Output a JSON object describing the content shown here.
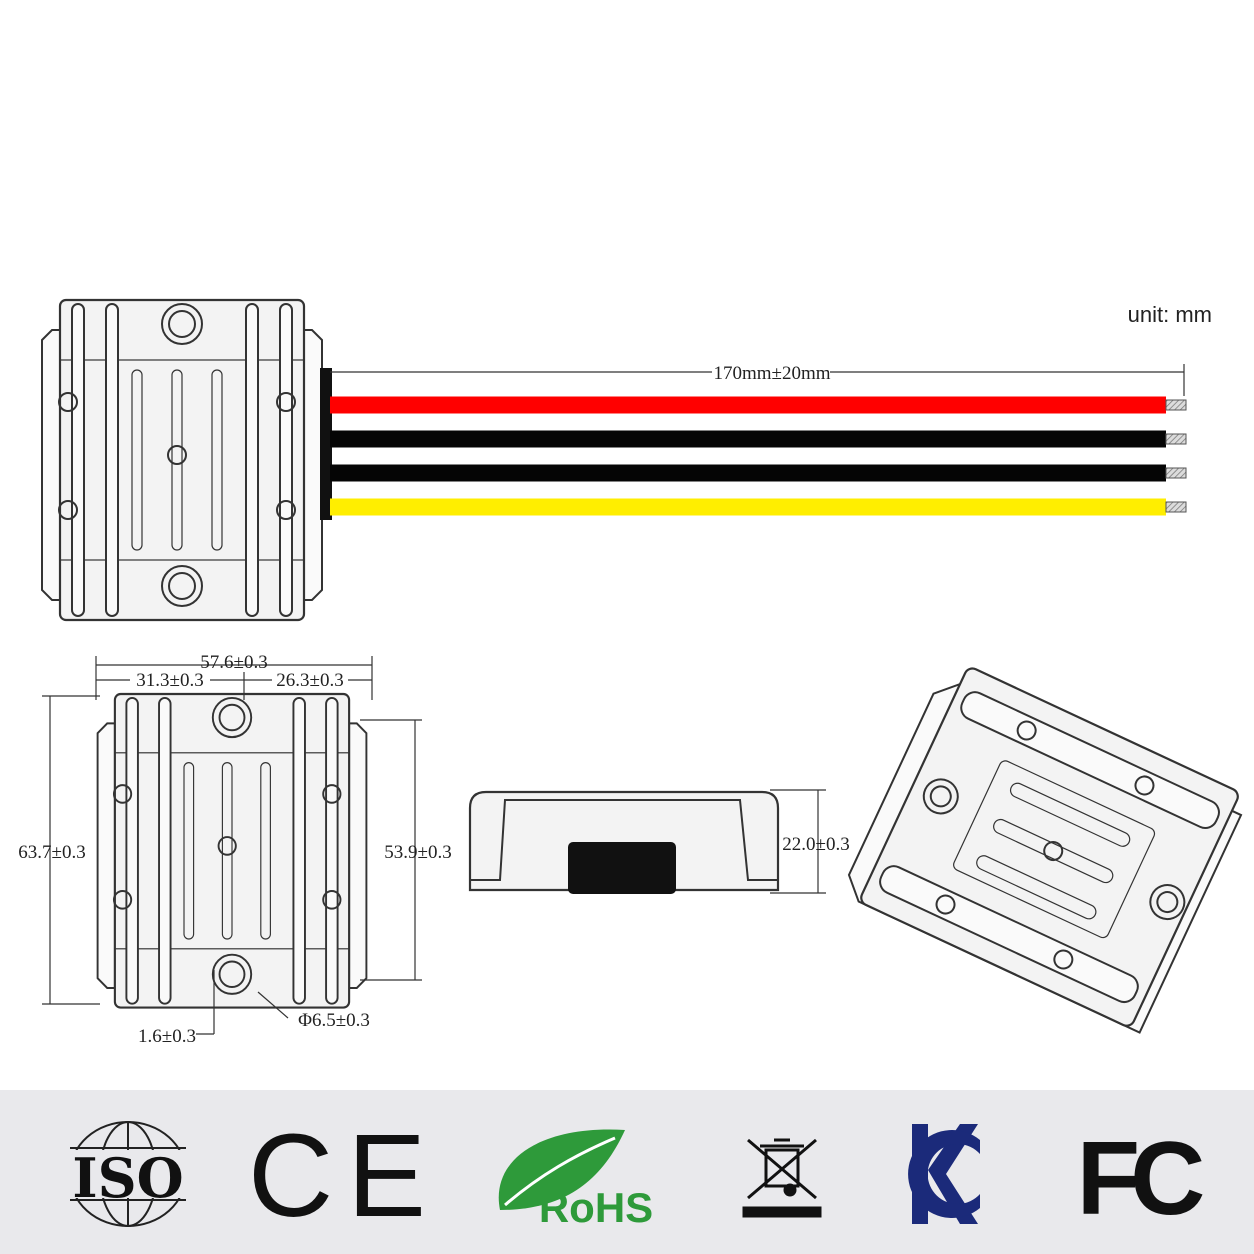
{
  "diagram": {
    "unit_label": "unit: mm",
    "wire_length_label": "170mm±20mm",
    "wires": [
      {
        "name": "wire-red",
        "color": "#ff0000"
      },
      {
        "name": "wire-black-1",
        "color": "#050505"
      },
      {
        "name": "wire-black-2",
        "color": "#050505"
      },
      {
        "name": "wire-yellow",
        "color": "#ffee00"
      }
    ],
    "dimensions": {
      "overall_width": "57.6±0.3",
      "left_hole_offset": "31.3±0.3",
      "right_hole_offset": "26.3±0.3",
      "overall_height": "63.7±0.3",
      "body_height": "53.9±0.3",
      "thickness": "22.0±0.3",
      "edge_offset": "1.6±0.3",
      "hole_diameter": "Φ6.5±0.3"
    }
  },
  "certifications": {
    "iso": "ISO",
    "ce": "CE",
    "rohs": "RoHS",
    "weee": "weee-bin-icon",
    "kc": "kc-mark-icon",
    "fc": "FC"
  }
}
